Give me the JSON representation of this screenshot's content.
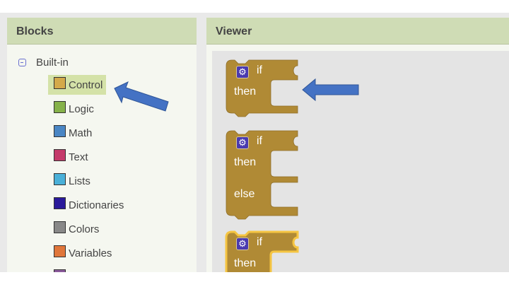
{
  "blocks_panel": {
    "title": "Blocks",
    "group": "Built-in",
    "categories": [
      {
        "label": "Control",
        "color": "#d4a94a"
      },
      {
        "label": "Logic",
        "color": "#86b24a"
      },
      {
        "label": "Math",
        "color": "#4a86c4"
      },
      {
        "label": "Text",
        "color": "#c43a6a"
      },
      {
        "label": "Lists",
        "color": "#4ab0d8"
      },
      {
        "label": "Dictionaries",
        "color": "#2a1a9a"
      },
      {
        "label": "Colors",
        "color": "#888888"
      },
      {
        "label": "Variables",
        "color": "#e0763a"
      },
      {
        "label": "",
        "color": "#8a5a9a"
      }
    ],
    "selected": "Control"
  },
  "viewer": {
    "title": "Viewer",
    "blocks": [
      {
        "if": "if",
        "then": "then"
      },
      {
        "if": "if",
        "then": "then",
        "else": "else"
      },
      {
        "if": "if",
        "then": "then"
      }
    ]
  },
  "colors": {
    "block": "#b08a35",
    "highlight": "#f5c542",
    "arrow": "#4472c4"
  }
}
